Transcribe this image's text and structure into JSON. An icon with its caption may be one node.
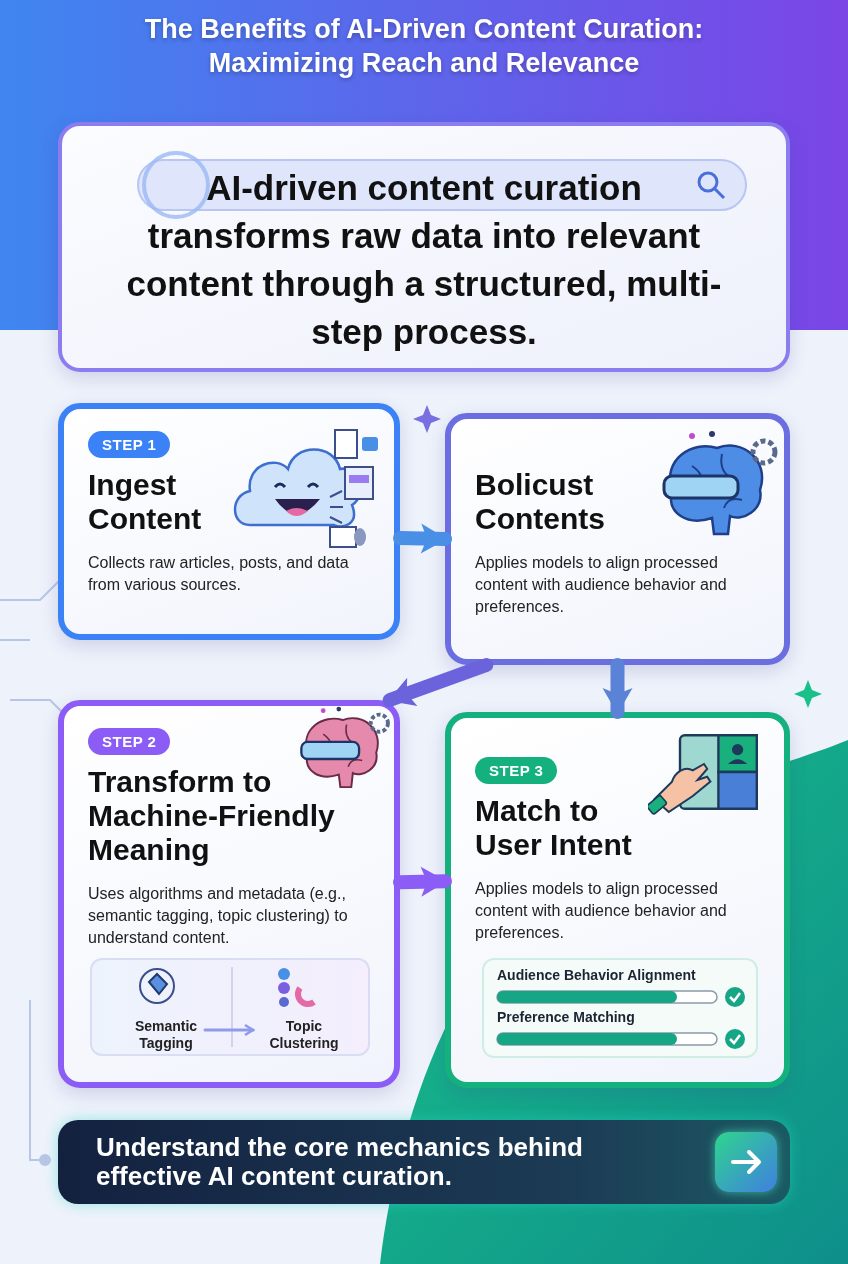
{
  "diagram": {
    "title": "The Benefits of AI-Driven Content Curation: Maximizing Reach and Relevance",
    "nodes": [
      {
        "text": [
          "AI-driven content curation transforms raw data into relevant content through a structured, multi-step process."
        ]
      },
      {
        "text": [
          "STEP 1",
          "Ingest Content",
          "Collects raw articles, posts, and data from various sources."
        ]
      },
      {
        "text": [
          "Bolicust Contents",
          "Applies models to align processed content with audience behavior and preferences."
        ]
      },
      {
        "text": [
          "STEP 2",
          "Transform to Machine-Friendly Meaning",
          "Uses algorithms and metadata (e.g., semantic tagging, topic clustering) to understand content."
        ]
      },
      {
        "text": [
          "Semantic Tagging"
        ],
        "in": 3
      },
      {
        "text": [
          "Topic Clustering"
        ],
        "in": 3
      },
      {
        "text": [
          "STEP 3",
          "Match to User Intent",
          "Applies models to align processed content with audience behavior and preferences."
        ]
      },
      {
        "text": [
          "Understand the core mechanics behind effective AI content curation."
        ]
      }
    ],
    "edges": [
      {
        "from": 1,
        "to": 2,
        "arrow": "to",
        "color": "#4a8fe6"
      },
      {
        "from": 2,
        "to": 3,
        "arrow": "to",
        "color": "#6a63dc"
      },
      {
        "from": 2,
        "to": 6,
        "arrow": "to",
        "color": "#5a82d6"
      },
      {
        "from": 3,
        "to": 6,
        "arrow": "to",
        "color": "#8b5cf6"
      },
      {
        "from": 4,
        "to": 5,
        "arrow": "to",
        "color": "#8f9ae8"
      }
    ],
    "labels": [
      "Audience Behavior Alignment",
      "Preference Matching"
    ]
  }
}
